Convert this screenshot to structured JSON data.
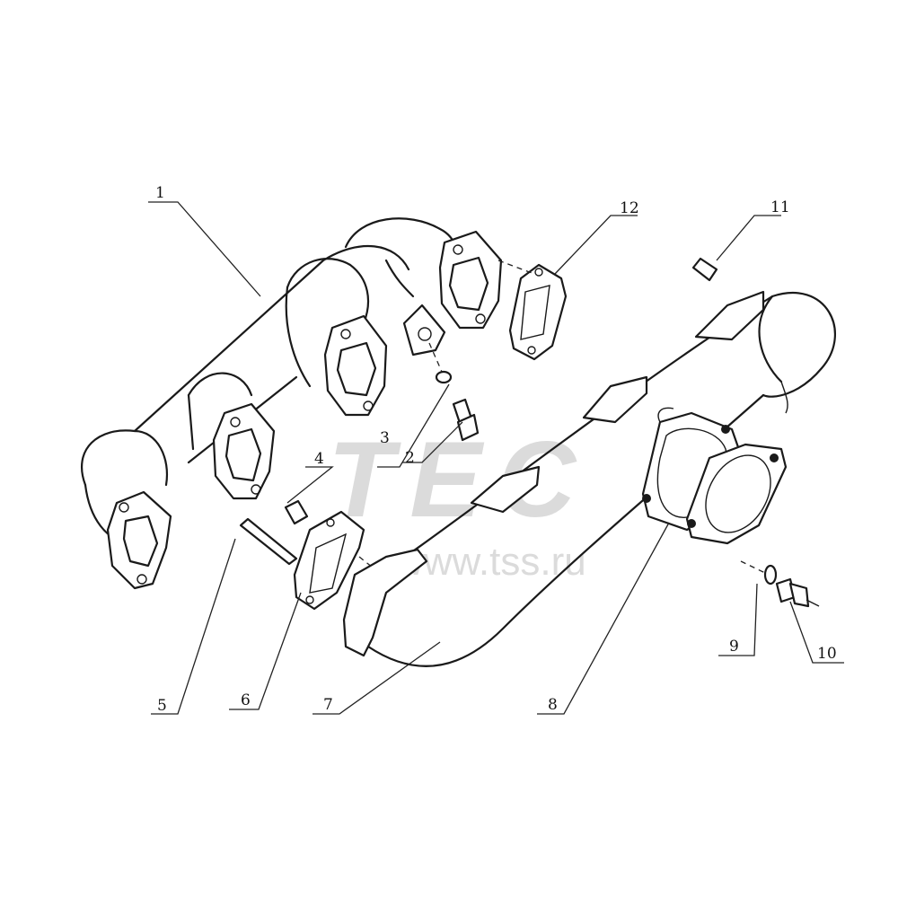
{
  "callouts": {
    "c1": "1",
    "c2": "2",
    "c3": "3",
    "c4": "4",
    "c5": "5",
    "c6": "6",
    "c7": "7",
    "c8": "8",
    "c9": "9",
    "c10": "10",
    "c11": "11",
    "c12": "12"
  },
  "watermark": {
    "brand": "TEC",
    "url": "www.tss.ru"
  }
}
